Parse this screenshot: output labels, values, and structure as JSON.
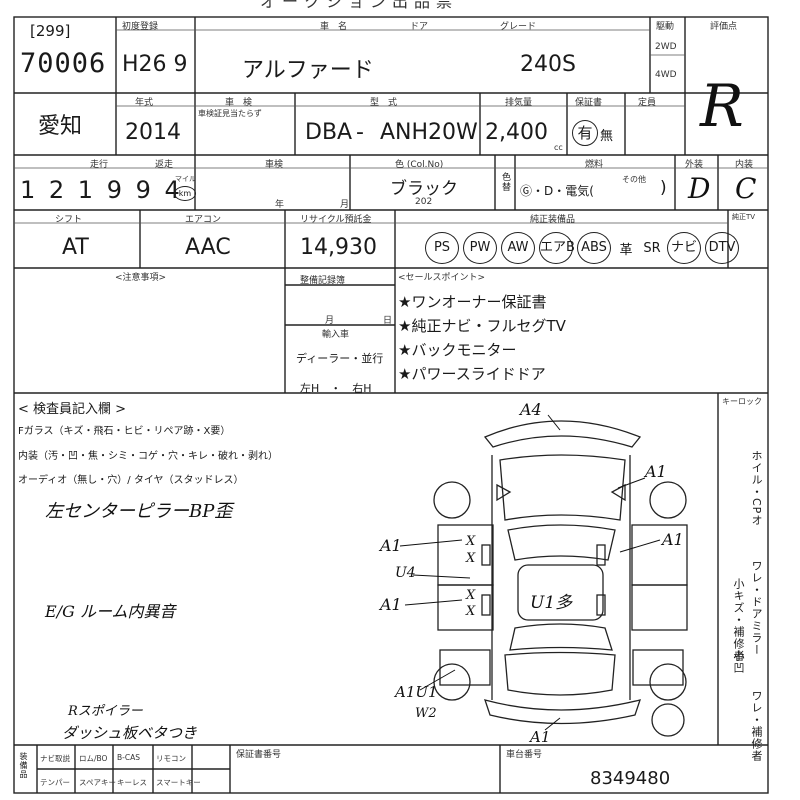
{
  "header": {
    "title_partial": "オークション出品票",
    "id_bracket": "[299]",
    "lot_number": "70006"
  },
  "row1": {
    "label_reg": "初度登録",
    "reg_value": "H26 9",
    "label_name": "車　名",
    "car_name": "アルファード",
    "label_door": "ドア",
    "label_grade": "グレード",
    "grade": "240S",
    "label_drive": "駆動",
    "drive_2wd": "2WD",
    "drive_4wd": "4WD",
    "label_eval": "評価点",
    "eval_score": "R"
  },
  "row2": {
    "prefecture": "愛知",
    "label_year": "年式",
    "year": "2014",
    "label_inspect": "車　検",
    "inspect_note": "車検証見当たらず",
    "label_model": "型　式",
    "model_prefix": "DBA",
    "model_dash": "-",
    "model_code": "ANH20W",
    "label_displacement": "排気量",
    "displacement": "2,400",
    "displacement_unit": "cc",
    "label_warranty": "保証書",
    "warranty_yes": "有",
    "warranty_no": "無",
    "label_capacity": "定員"
  },
  "row3": {
    "label_mileage": "走行",
    "label_odo": "返走",
    "mileage": "1 2 1 9 9 4",
    "mileage_unit_top": "マイル",
    "mileage_unit": "km",
    "label_recall": "車検",
    "recall_year": "年",
    "recall_month": "月",
    "label_color": "色 (Col.No)",
    "color": "ブラック",
    "color_code": "202",
    "label_color_change": "色替",
    "label_fuel": "燃料",
    "fuel_options": "Ⓖ・D・電気(",
    "fuel_other": "その他",
    "fuel_close": ")",
    "label_exterior": "外装",
    "exterior": "D",
    "label_interior": "内装",
    "interior": "C"
  },
  "row4": {
    "label_shift": "シフト",
    "shift": "AT",
    "label_ac": "エアコン",
    "ac": "AAC",
    "label_recycle": "リサイクル預託金",
    "recycle": "14,930",
    "label_equipment": "純正装備品",
    "label_tv": "純正TV",
    "equipment": [
      "PS",
      "PW",
      "AW",
      "エアB",
      "ABS",
      "革",
      "SR",
      "ナビ",
      "DTV"
    ],
    "equipment_circled": [
      true,
      true,
      true,
      true,
      true,
      false,
      false,
      true,
      true
    ]
  },
  "notes": {
    "label_caution": "<注意事項>",
    "label_record": "整備記録簿",
    "date_month": "月",
    "date_day": "日",
    "label_import": "輸入車",
    "import_type": "ディーラー・並行",
    "steering": "左H　・　右H",
    "label_sales": "<セールスポイント>",
    "sales_points": [
      "★ワンオーナー保証書",
      "★純正ナビ・フルセグTV",
      "★バックモニター",
      "★パワースライドドア"
    ]
  },
  "inspector": {
    "label": "< 検査員記入欄 >",
    "glass_line": "Fガラス（キズ・飛石・ヒビ・リペア跡・X要）",
    "interior_line": "内装（汚・凹・焦・シミ・コゲ・穴・キレ・破れ・剥れ）",
    "audio_line": "オーディオ（無し・穴）/ タイヤ（スタッドレス）",
    "note1": "左センターピラーBP歪",
    "note2": "E/G ルーム内異音",
    "note3": "Rスポイラー",
    "note4": "ダッシュ板ベタつき"
  },
  "diagram": {
    "marks": {
      "a4": "A4",
      "a1_right_front": "A1",
      "a1_right_mid": "A1",
      "a1_left_1": "A1",
      "u4": "U4",
      "a1_left_2": "A1",
      "u1": "U1多",
      "a1u1": "A1U1",
      "w2": "W2",
      "a1_bottom": "A1",
      "x": "X"
    },
    "label_keylock": "キーロック",
    "side_text_1": "ホイル・CPオ",
    "side_text_2": "ワレ・ドアミラー",
    "side_text_3": "小キズ・補修者",
    "side_text_4": "小凹",
    "side_text_5": "ワレ・補修者"
  },
  "footer": {
    "label_parts": "装備品",
    "parts_row1": [
      "ナビ取説",
      "ロム/BO",
      "B-CAS",
      "リモコン"
    ],
    "parts_row2": [
      "テンパー",
      "スペアキー",
      "キーレス",
      "スマートキー"
    ],
    "label_record_number": "保証書番号",
    "label_chassis": "車台番号",
    "chassis_number": "8349480"
  }
}
